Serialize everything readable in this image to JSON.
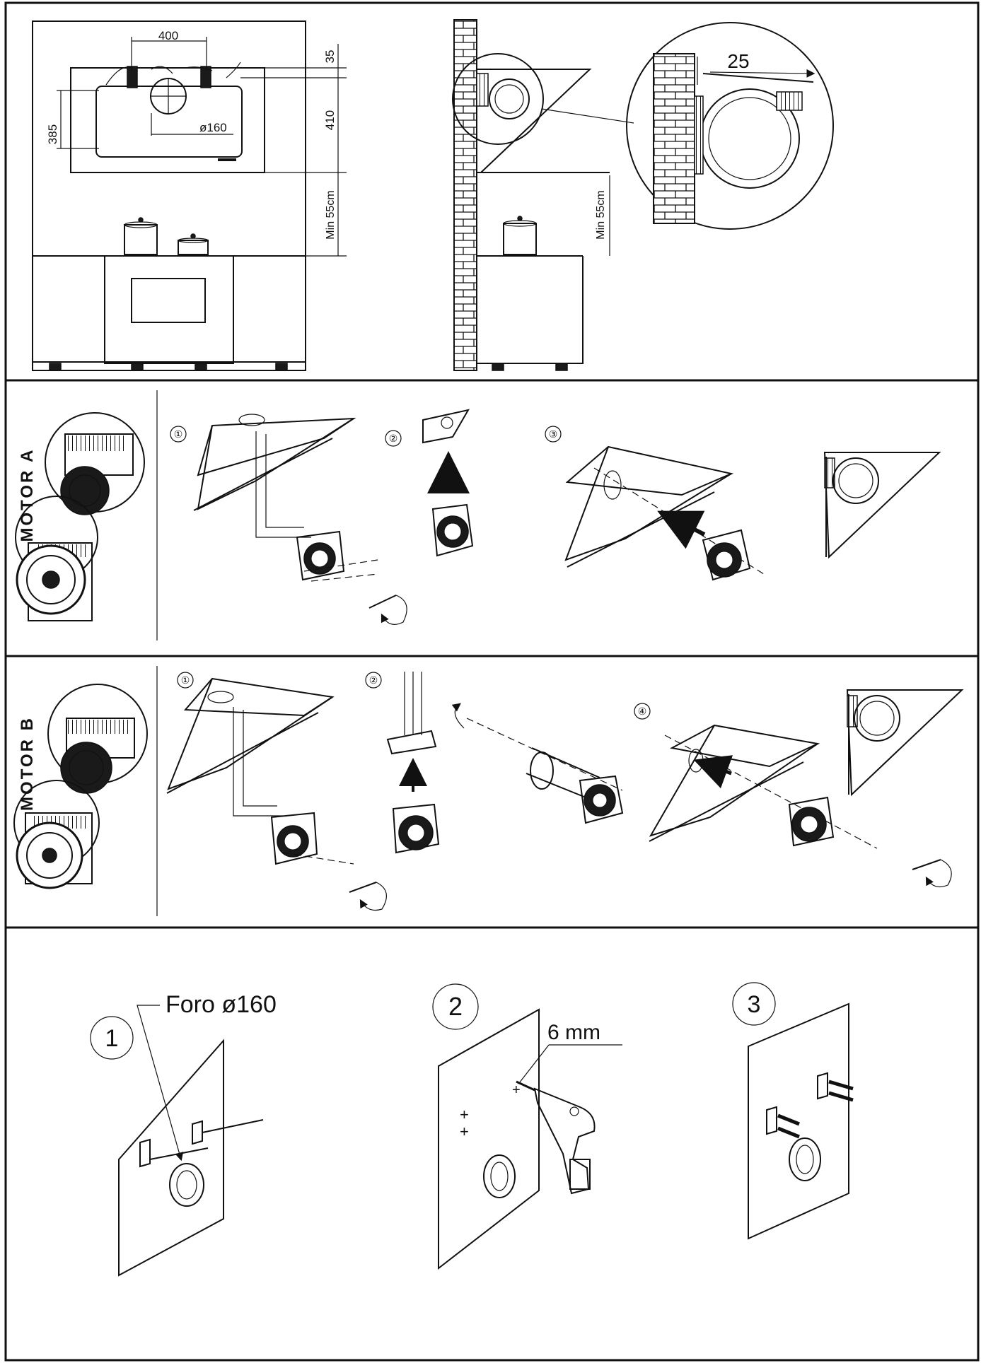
{
  "dimensions": {
    "width_between_holes": "400",
    "top_offset": "35",
    "hood_height": "410",
    "bracket_height": "385",
    "duct_diameter": "ø160",
    "min_height_front": "Min 55cm",
    "min_height_side": "Min 55cm",
    "wall_gap": "25"
  },
  "sections": {
    "motor_a": {
      "label": "MOTOR A",
      "steps": [
        "①",
        "②",
        "③"
      ]
    },
    "motor_b": {
      "label": "MOTOR B",
      "steps": [
        "①",
        "②",
        "④"
      ]
    },
    "wall_mount": {
      "steps": [
        "1",
        "2",
        "3"
      ],
      "hole_label": "Foro ø160",
      "drill_label": "6  mm"
    }
  },
  "icons": [
    "brick-wall-icon",
    "fan-motor-icon",
    "screwdriver-icon",
    "drill-icon",
    "wall-bracket-icon",
    "screw-icon",
    "arrow-up-icon"
  ]
}
